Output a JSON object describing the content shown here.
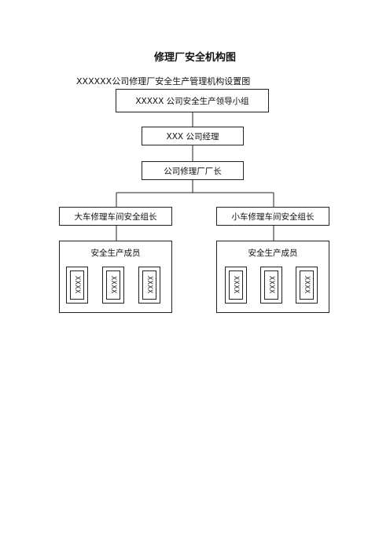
{
  "title": "修理厂安全机构图",
  "subtitle": "XXXXXX公司修理厂安全生产管理机构设置图",
  "org": {
    "leadership": "XXXXX 公司安全生产领导小组",
    "manager": "XXX 公司经理",
    "factory_head": "公司修理厂厂长",
    "left_leader": "大车修理车间安全组长",
    "right_leader": "小车修理车间安全组长",
    "left_group": {
      "label": "安全生产成员",
      "members": [
        "XXXX",
        "XXXX",
        "XXXX"
      ]
    },
    "right_group": {
      "label": "安全生产成员",
      "members": [
        "XXXX",
        "XXXX",
        "XXXX"
      ]
    }
  }
}
